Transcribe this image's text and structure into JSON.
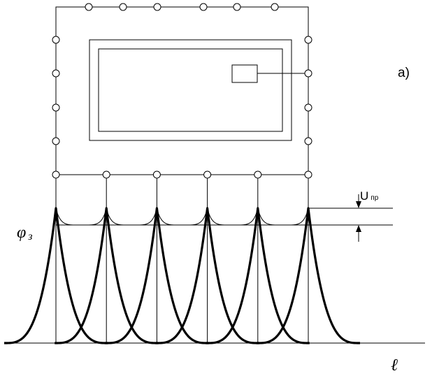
{
  "labels": {
    "panel": "a)",
    "potential_symbol": "φ",
    "potential_subscript": "з",
    "voltage_symbol": "U",
    "voltage_subscript": "пр",
    "distance_symbol": "ℓ"
  },
  "colors": {
    "stroke": "#000000",
    "background": "#ffffff"
  },
  "electrodes": {
    "top_row_count": 6,
    "side_column_count": 4,
    "bottom_row_count": 6,
    "potential_peaks_count": 6
  }
}
